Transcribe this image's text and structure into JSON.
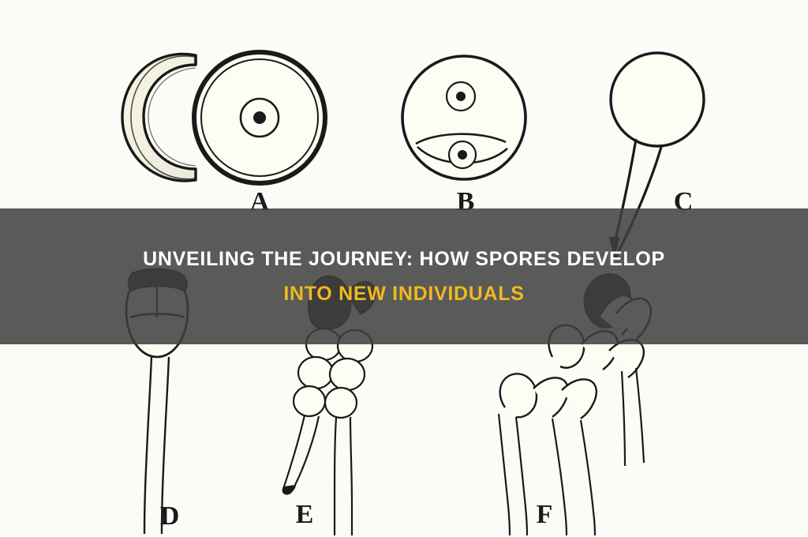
{
  "image": {
    "background_color": "#fbfbf7",
    "type": "line-drawing",
    "subject": "spore germination and development stages"
  },
  "diagram": {
    "title_implied": "Stages of spore development",
    "panel_labels": [
      "A",
      "B",
      "C",
      "D",
      "E",
      "F"
    ],
    "panels": [
      {
        "id": "A",
        "label": "A",
        "description": "spore halves in section and round spore with central nucleus"
      },
      {
        "id": "B",
        "label": "B",
        "description": "round spore with two nuclei"
      },
      {
        "id": "C",
        "label": "C",
        "description": "spore with emerging germ tube"
      },
      {
        "id": "D",
        "label": "D",
        "description": "young germling with divided cells and long stalk"
      },
      {
        "id": "E",
        "label": "E",
        "description": "multicellular filament branching"
      },
      {
        "id": "F",
        "label": "F",
        "description": "mature branched multicellular thallus"
      }
    ],
    "ink_color": "#1a1a1a",
    "fill_color": "#fdfdf2"
  },
  "overlay": {
    "band_color": "#3f3f3f",
    "line1": "UNVEILING THE JOURNEY: HOW SPORES DEVELOP",
    "line2": "INTO NEW INDIVIDUALS",
    "line1_color": "#ffffff",
    "line2_color": "#f0b91e"
  }
}
